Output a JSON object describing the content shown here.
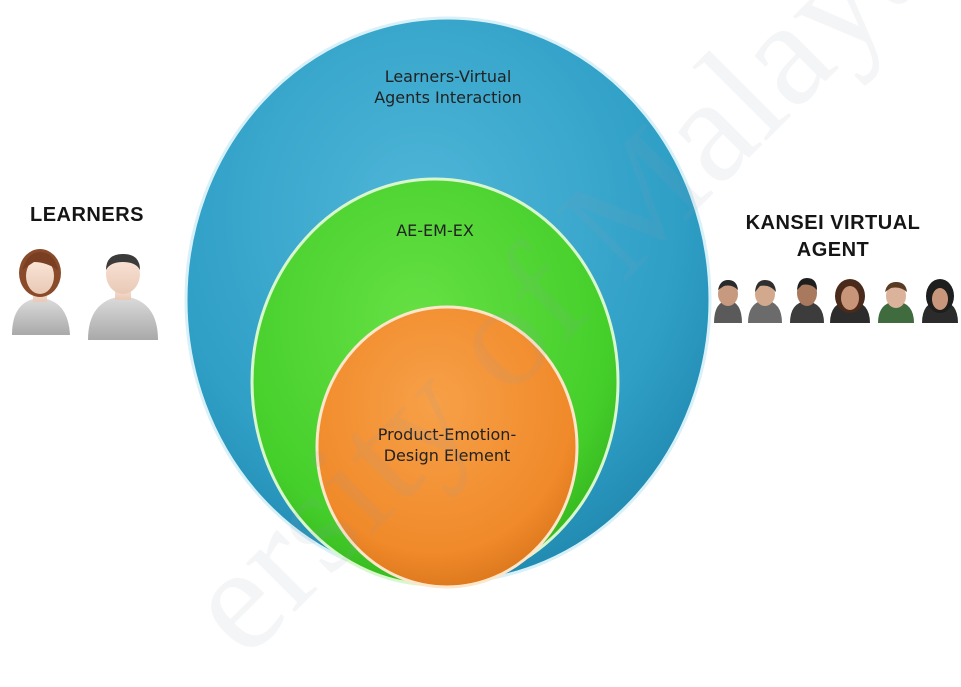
{
  "diagram": {
    "outer_circle": {
      "label_line1": "Learners-Virtual",
      "label_line2": "Agents Interaction",
      "color": "#2f9fc6"
    },
    "middle_circle": {
      "label": "AE-EM-EX",
      "color": "#45cf2b"
    },
    "inner_circle": {
      "label_line1": "Product-Emotion-",
      "label_line2": "Design Element",
      "color": "#f08a2a"
    },
    "left_group": {
      "title": "LEARNERS",
      "icons": [
        "female-user-icon",
        "male-user-icon"
      ]
    },
    "right_group": {
      "title_line1": "KANSEI VIRTUAL",
      "title_line2": "AGENT",
      "agents": [
        "agent-face-1",
        "agent-face-2",
        "agent-face-3",
        "agent-face-4",
        "agent-face-5",
        "agent-face-6"
      ]
    },
    "watermark": "ersity of Malaya"
  }
}
